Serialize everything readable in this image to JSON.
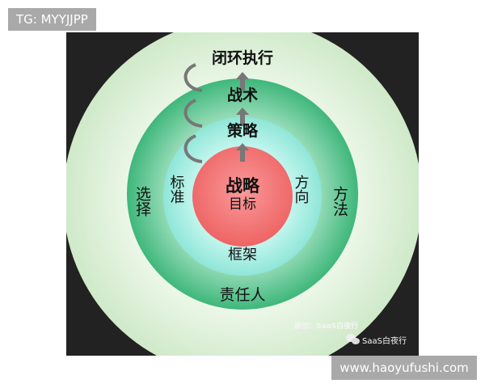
{
  "watermark_top": "TG: MYYJJPP",
  "watermark_bottom": "www.haoyufushi.com",
  "diagram": {
    "top_label": "闭环执行",
    "ring2_top": "战术",
    "ring3_top": "策略",
    "center_title": "战略",
    "center_sub": "目标",
    "outer_left": "选择",
    "outer_right": "方法",
    "ring2_left": "标准",
    "ring2_right": "方向",
    "ring3_bottom": "框架",
    "ring2_bottom": "责任人",
    "credit": "原创：SaaS白夜行",
    "wechat_account": "SaaS白夜行"
  },
  "colors": {
    "background": "#222222",
    "outer": "#dff0d8",
    "green": "#5cc590",
    "cyan": "#b8f3ea",
    "red": "#f07a7a"
  }
}
